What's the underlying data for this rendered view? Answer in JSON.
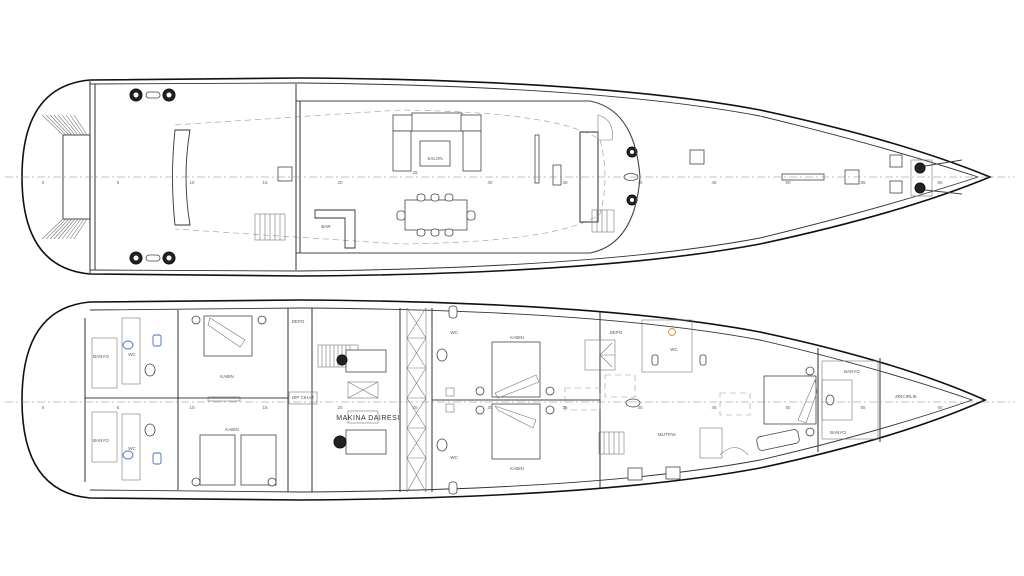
{
  "upper_deck": {
    "labels": {
      "salon": "SALON",
      "bar": "BAR"
    },
    "frames": [
      "0",
      "5",
      "10",
      "15",
      "20",
      "25",
      "30",
      "35",
      "40",
      "45",
      "50",
      "55",
      "60"
    ]
  },
  "lower_deck": {
    "labels": {
      "banyo_port": "BANYO",
      "banyo_stbd": "BANYO",
      "wc_1": "WC",
      "wc_2": "WC",
      "kabin_aft_port": "KABIN",
      "kabin_aft_stbd": "KABIN",
      "depo_aft": "DEPO",
      "dip_cihaz": "DIP CIHAZ",
      "engine_room": "MAKINA DAIRESI",
      "wc_3": "WC",
      "wc_4": "WC",
      "kabin_mid_port": "KABIN",
      "kabin_mid_stbd": "KABIN",
      "depo_fwd": "DEPO",
      "wc_5": "WC",
      "mutfak": "MUTFAK",
      "banyo_fwd_1": "BANYO",
      "banyo_fwd_2": "BANYO",
      "zincirlik": "ZINCIRLIK"
    },
    "frames": [
      "0",
      "5",
      "10",
      "15",
      "20",
      "25",
      "30",
      "35",
      "40",
      "45",
      "50",
      "55",
      "60"
    ]
  }
}
